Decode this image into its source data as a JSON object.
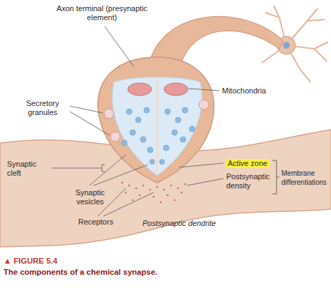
{
  "diagram": {
    "caption": "The components of a chemical synapse.",
    "labels": [
      "Axon terminal (presynaptic element)",
      "Secretory granules",
      "Mitochondria",
      "Synaptic cleft",
      "Synaptic vesicles",
      "Active zone",
      "Postsynaptic density",
      "Membrane differentiations",
      "Receptors",
      "Postsynaptic dendrite",
      "▲ FIGURE 5.4"
    ]
  }
}
